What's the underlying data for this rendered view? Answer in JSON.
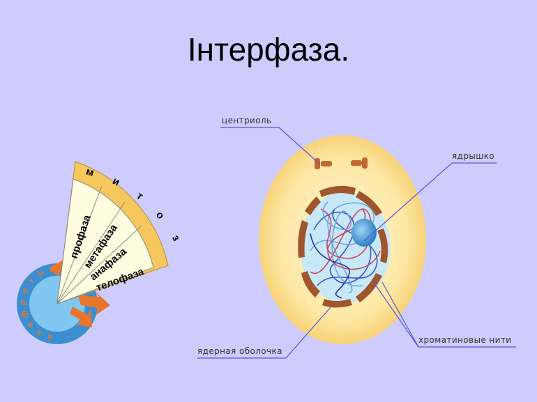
{
  "title": "Інтерфаза.",
  "labels": {
    "centriole": "центриоль",
    "nucleolus": "ядрышко",
    "nuclear_envelope": "ядерная оболочка",
    "chromatin": "хроматиновые нити"
  },
  "cycle": {
    "mitosis_letters": [
      "м",
      "и",
      "т",
      "о",
      "з"
    ],
    "phases": [
      "профаза",
      "метафаза",
      "анафаза",
      "телофаза"
    ],
    "interphase_letters": [
      "и",
      "н",
      "т",
      "е",
      "р",
      "ф",
      "а",
      "з",
      "а"
    ]
  },
  "colors": {
    "background": "#cdccfd",
    "fan": "#fffce0",
    "fan_band": "#f6c75c",
    "cycle_outer": "#3b8fd0",
    "cycle_inner": "#7fc7f0",
    "arrow": "#e9762b",
    "cell": "#fbe59a",
    "nucleus": "#c9e8f7",
    "envelope": "#a0562c",
    "pointer_line": "#5555dd"
  }
}
